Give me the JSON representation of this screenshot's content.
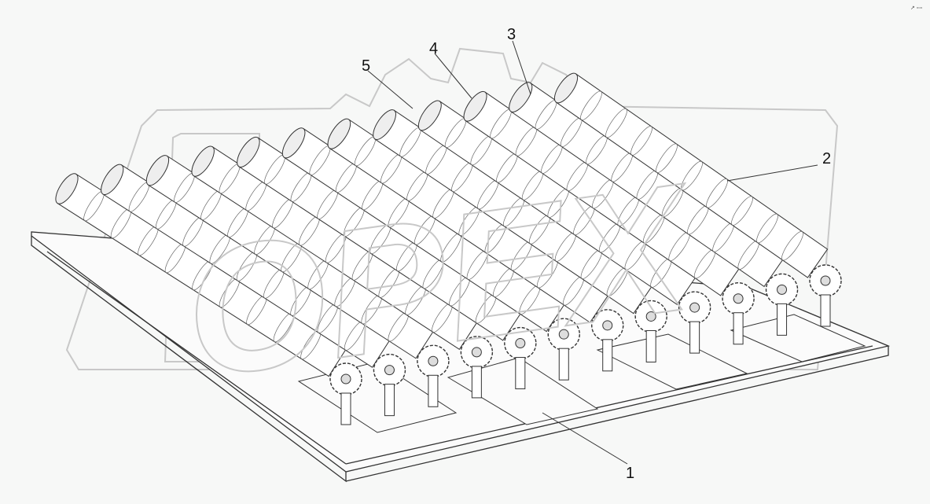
{
  "callouts": [
    {
      "id": "1",
      "text": "1"
    },
    {
      "id": "2",
      "text": "2"
    },
    {
      "id": "3",
      "text": "3"
    },
    {
      "id": "4",
      "text": "4"
    },
    {
      "id": "5",
      "text": "5"
    }
  ],
  "watermark": "OPEX",
  "corner_mark": "↗ ▫▫▫",
  "rollers": {
    "count": 12
  },
  "colors": {
    "background": "#f7f8f7",
    "line": "#333333",
    "roller_fill": "#ffffff",
    "watermark": "#c8c8c8"
  }
}
